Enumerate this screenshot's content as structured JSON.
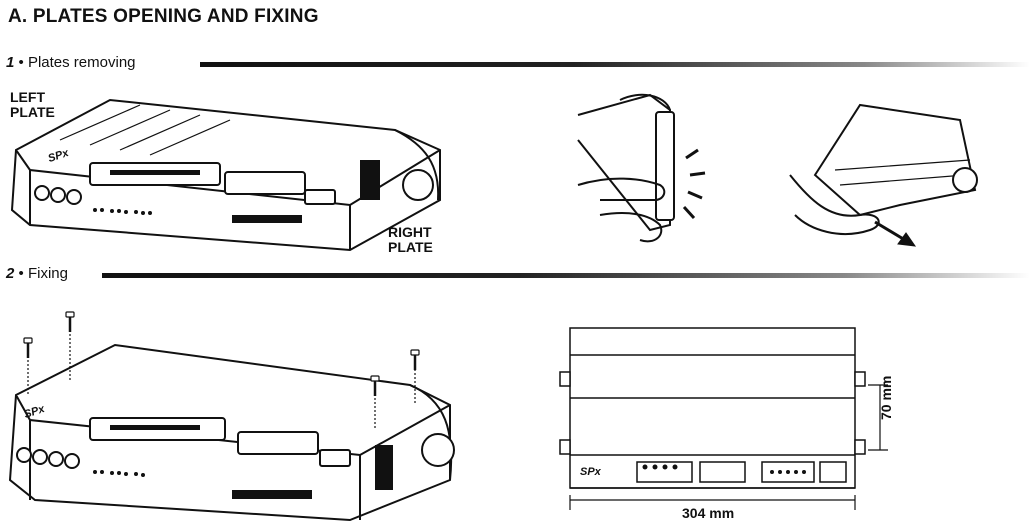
{
  "title": "A. PLATES OPENING AND FIXING",
  "step1": {
    "number": "1",
    "bullet": "•",
    "text": "Plates removing"
  },
  "step2": {
    "number": "2",
    "bullet": "•",
    "text": "Fixing"
  },
  "labels": {
    "left_plate_1": "LEFT",
    "left_plate_2": "PLATE",
    "right_plate_1": "RIGHT",
    "right_plate_2": "PLATE"
  },
  "dimensions": {
    "width": "304 mm",
    "height": "70 mm"
  },
  "logo": "SPx"
}
